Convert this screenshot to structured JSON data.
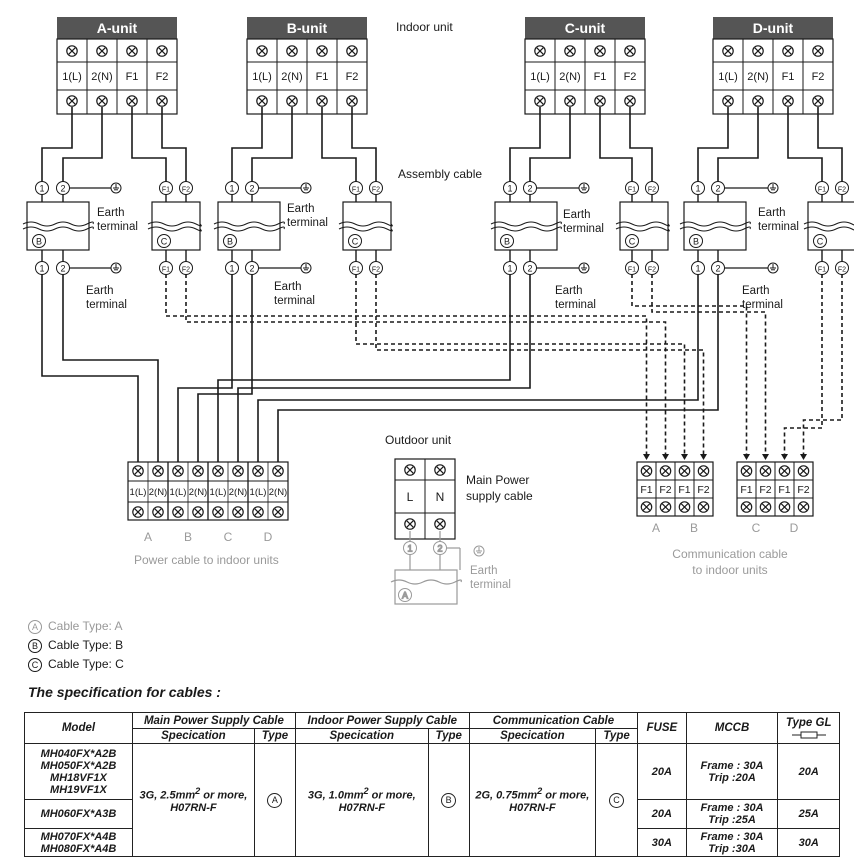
{
  "indoor_units": [
    {
      "name": "A-unit"
    },
    {
      "name": "B-unit"
    },
    {
      "name": "C-unit"
    },
    {
      "name": "D-unit"
    }
  ],
  "indoor_terminal_labels": [
    "1(L)",
    "2(N)",
    "F1",
    "F2"
  ],
  "labels": {
    "indoor_unit": "Indoor unit",
    "assembly_cable": "Assembly cable",
    "earth_terminal": "Earth terminal",
    "outdoor_unit": "Outdoor unit",
    "main_power_supply_cable": "Main Power supply cable",
    "power_cable_to_indoor": "Power cable to indoor units",
    "communication_cable_to_indoor": "Communication cable to indoor units",
    "wire_1": "1",
    "wire_2": "2",
    "wire_f1": "F1",
    "wire_f2": "F2",
    "cable_b": "B",
    "cable_c": "C",
    "cable_a": "A"
  },
  "outdoor_power_terminal": {
    "labels": [
      "1(L)",
      "2(N)",
      "1(L)",
      "2(N)",
      "1(L)",
      "2(N)",
      "1(L)",
      "2(N)"
    ],
    "groups": [
      "A",
      "B",
      "C",
      "D"
    ]
  },
  "outdoor_comm_terminal": {
    "labels": [
      "F1",
      "F2",
      "F1",
      "F2",
      "F1",
      "F2",
      "F1",
      "F2"
    ],
    "groups": [
      "A",
      "B",
      "C",
      "D"
    ]
  },
  "main_power_terminal": {
    "labels": [
      "L",
      "N"
    ]
  },
  "legend": [
    {
      "symbol": "A",
      "text": "Cable Type: A",
      "color": "#999999"
    },
    {
      "symbol": "B",
      "text": "Cable Type: B",
      "color": "#1a1a1a"
    },
    {
      "symbol": "C",
      "text": "Cable Type: C",
      "color": "#1a1a1a"
    }
  ],
  "spec": {
    "title": "The specification for cables :",
    "headers": {
      "model": "Model",
      "main_power": "Main Power Supply Cable",
      "indoor_power": "Indoor Power Supply Cable",
      "communication": "Communication Cable",
      "fuse": "FUSE",
      "mccb": "MCCB",
      "type_gl": "Type GL",
      "specification": "Specication",
      "type": "Type"
    },
    "models_1": [
      "MH040FX*A2B",
      "MH050FX*A2B",
      "MH18VF1X",
      "MH19VF1X"
    ],
    "models_2": [
      "MH060FX*A3B"
    ],
    "models_3": [
      "MH070FX*A4B",
      "MH080FX*A4B"
    ],
    "main_power_spec_a": "3G, 2.5mm",
    "main_power_spec_b": "2",
    "main_power_spec_c": " or more,",
    "main_power_spec_d": "H07RN-F",
    "main_power_type": "A",
    "indoor_power_spec_a": "3G, 1.0mm",
    "indoor_power_spec_b": "2",
    "indoor_power_spec_c": " or more,",
    "indoor_power_spec_d": "H07RN-F",
    "indoor_power_type": "B",
    "comm_spec_a": "2G, 0.75mm",
    "comm_spec_b": "2",
    "comm_spec_c": " or more,",
    "comm_spec_d": "H07RN-F",
    "comm_type": "C",
    "rows": [
      {
        "fuse": "20A",
        "mccb_frame": "Frame : 30A",
        "mccb_trip": "Trip   :20A",
        "gl": "20A"
      },
      {
        "fuse": "20A",
        "mccb_frame": "Frame : 30A",
        "mccb_trip": "Trip   :25A",
        "gl": "25A"
      },
      {
        "fuse": "30A",
        "mccb_frame": "Frame : 30A",
        "mccb_trip": "Trip   :30A",
        "gl": "30A"
      }
    ]
  },
  "colors": {
    "line": "#1a1a1a",
    "faded": "#9a9a9a",
    "header_bg": "#555555"
  }
}
